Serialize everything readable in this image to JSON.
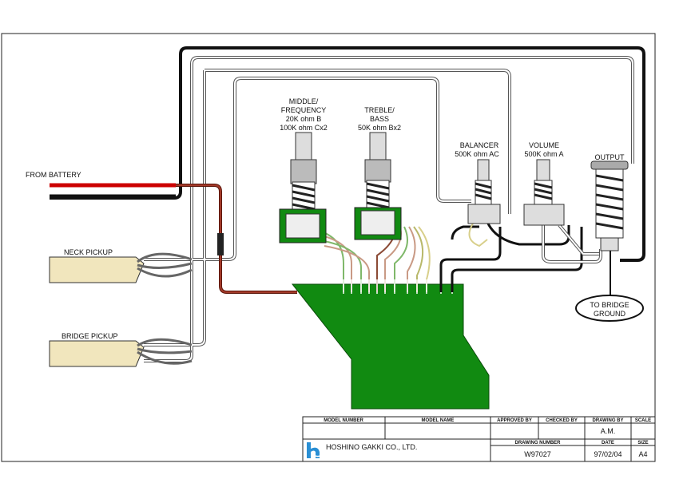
{
  "labels": {
    "from_battery": "FROM BATTERY",
    "neck_pickup": "NECK PICKUP",
    "bridge_pickup": "BRIDGE PICKUP",
    "middle_pot": [
      "MIDDLE/",
      "FREQUENCY",
      "20K ohm B",
      "100K ohm Cx2"
    ],
    "treble_pot": [
      "TREBLE/",
      "BASS",
      "50K ohm Bx2"
    ],
    "balancer_pot": [
      "BALANCER",
      "500K ohm AC"
    ],
    "volume_pot": [
      "VOLUME",
      "500K ohm A"
    ],
    "output": "OUTPUT",
    "to_bridge_ground": [
      "TO BRIDGE",
      "GROUND"
    ]
  },
  "title_block": {
    "headers": {
      "model_number": "MODEL NUMBER",
      "model_name": "MODEL NAME",
      "approved_by": "APPROVED BY",
      "checked_by": "CHECKED BY",
      "drawing_by": "DRAWING BY",
      "scale": "SCALE",
      "drawing_number": "DRAWING NUMBER",
      "date": "DATE",
      "size": "SIZE"
    },
    "values": {
      "drawing_by": "A.M.",
      "drawing_number": "W97027",
      "date": "97/02/04",
      "size": "A4"
    },
    "company": "HOSHINO GAKKI CO., LTD."
  },
  "colors": {
    "board": "#118a11",
    "battery_red": "#cc0000",
    "wire_brown": "#8b2a1a",
    "cable_cream": "#f1e6bd",
    "logo_blue": "#2a8fd4"
  }
}
